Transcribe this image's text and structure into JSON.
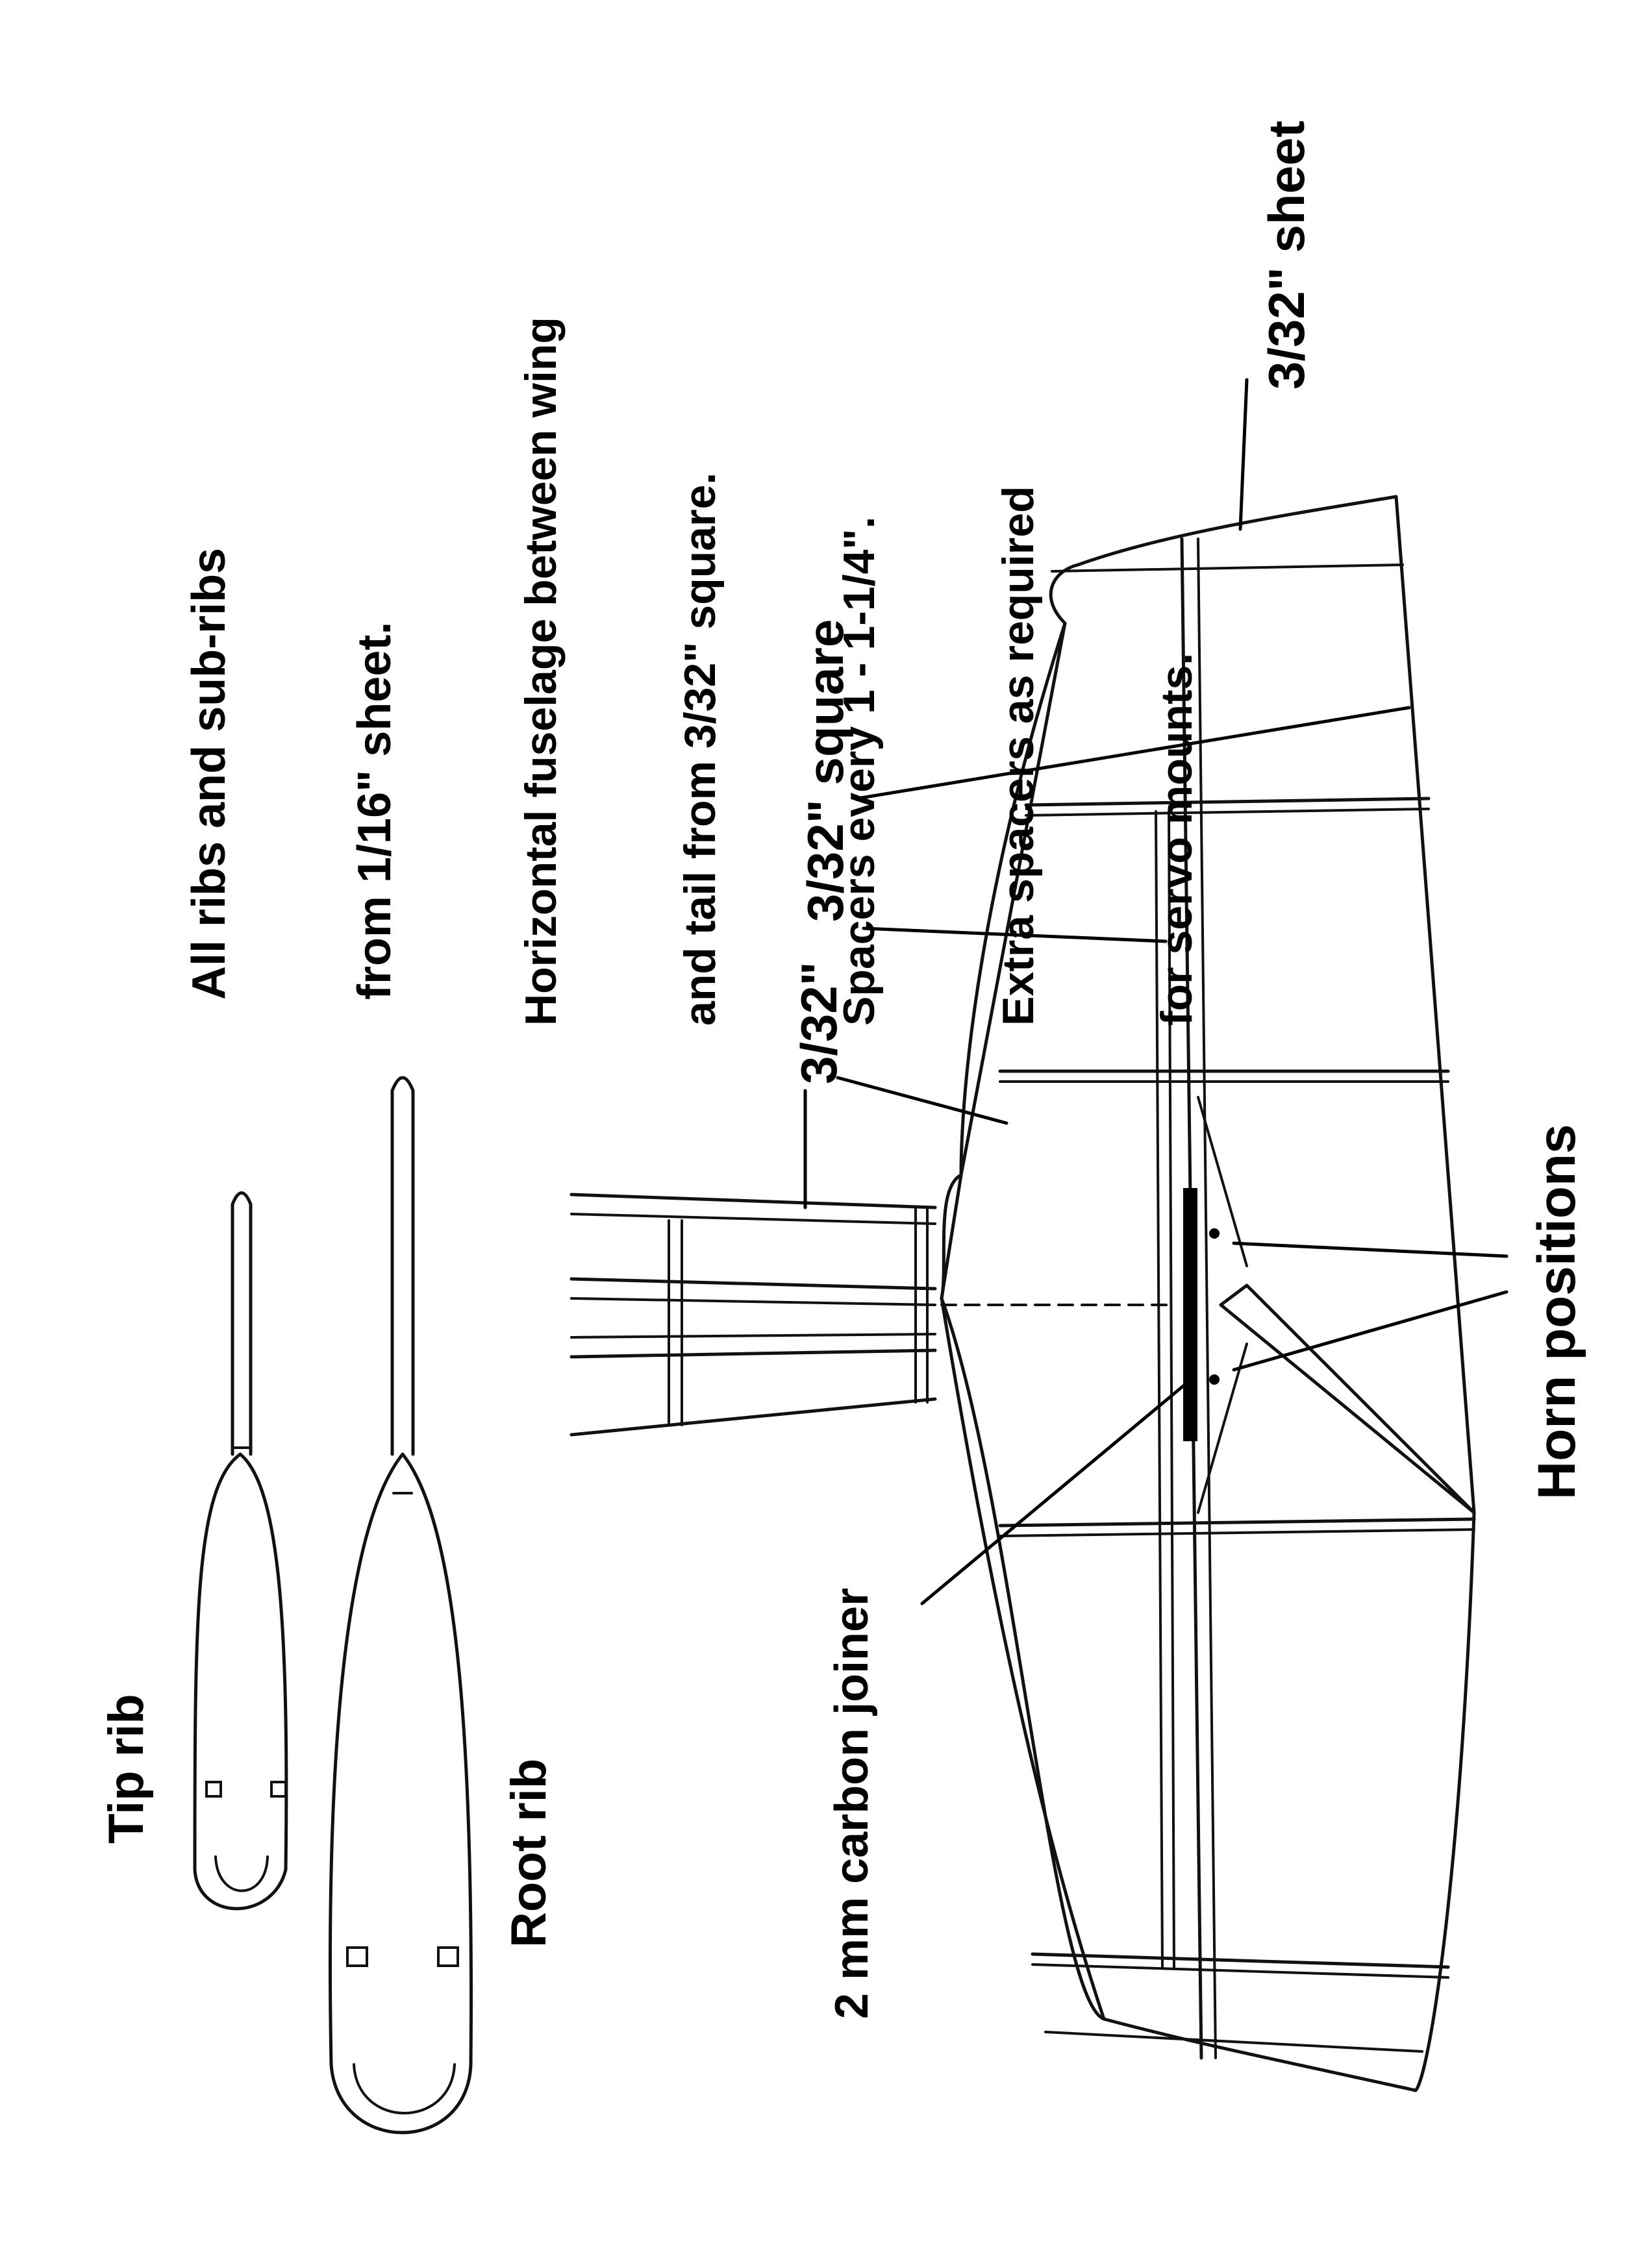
{
  "labels": {
    "ribs_note": [
      "All ribs and sub-ribs",
      "from 1/16\" sheet."
    ],
    "fuselage_note": [
      "Horizontal fuselage between wing",
      "and tail from 3/32\" square.",
      "Spacers every 1 - 1-1/4\".",
      "Extra spacers as required",
      "for servo mounts."
    ],
    "sheet_label": "3/32\" sheet",
    "square_label_upper": "3/32\" square",
    "square_label_lower": "3/32\"",
    "horn_label": "Horn positions",
    "joiner_label": "2 mm carbon joiner",
    "tip_rib_label": "Tip rib",
    "root_rib_label": "Root rib"
  },
  "colors": {
    "ink": "#111111",
    "paper": "#ffffff"
  }
}
